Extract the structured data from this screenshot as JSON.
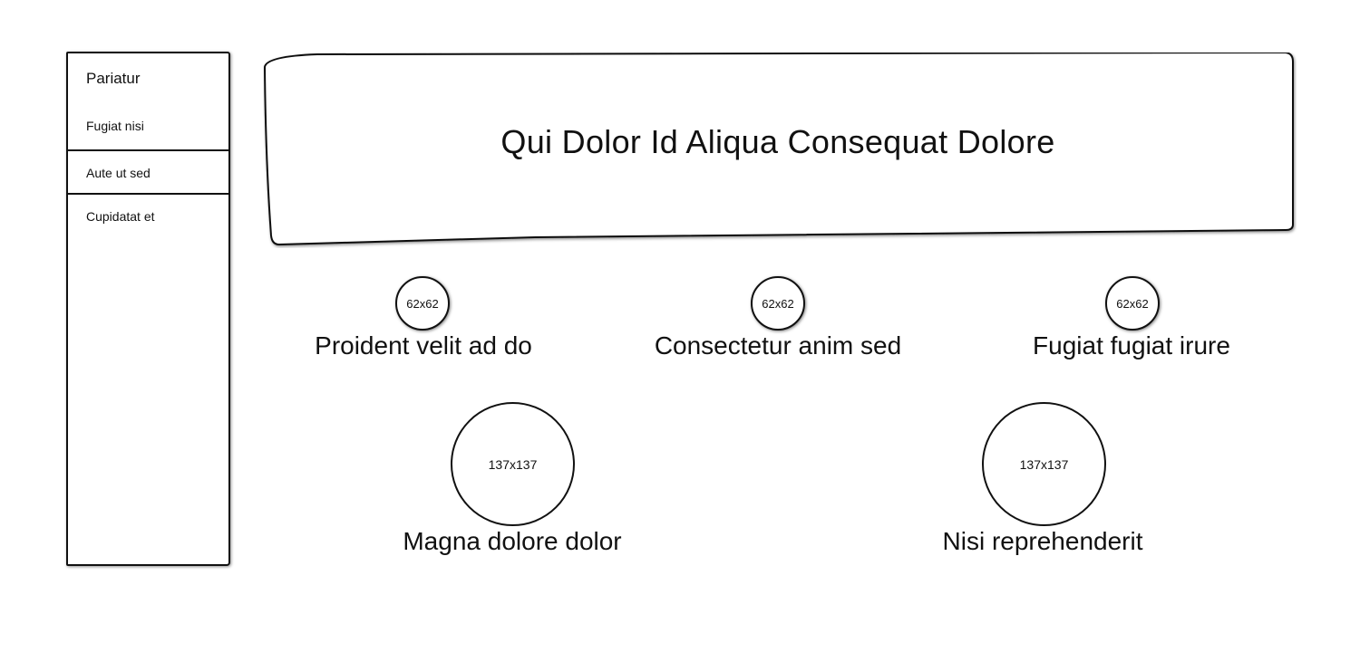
{
  "sidebar": {
    "title": "Pariatur",
    "items": [
      {
        "label": "Fugiat nisi"
      },
      {
        "label": "Aute ut sed"
      },
      {
        "label": "Cupidatat et"
      }
    ]
  },
  "hero": {
    "title": "Qui Dolor Id Aliqua Consequat Dolore"
  },
  "small_cards": [
    {
      "thumb": "62x62",
      "caption": "Proident velit ad do"
    },
    {
      "thumb": "62x62",
      "caption": "Consectetur anim sed"
    },
    {
      "thumb": "62x62",
      "caption": "Fugiat fugiat irure"
    }
  ],
  "large_cards": [
    {
      "thumb": "137x137",
      "caption": "Magna dolore dolor"
    },
    {
      "thumb": "137x137",
      "caption": "Nisi reprehenderit"
    }
  ]
}
